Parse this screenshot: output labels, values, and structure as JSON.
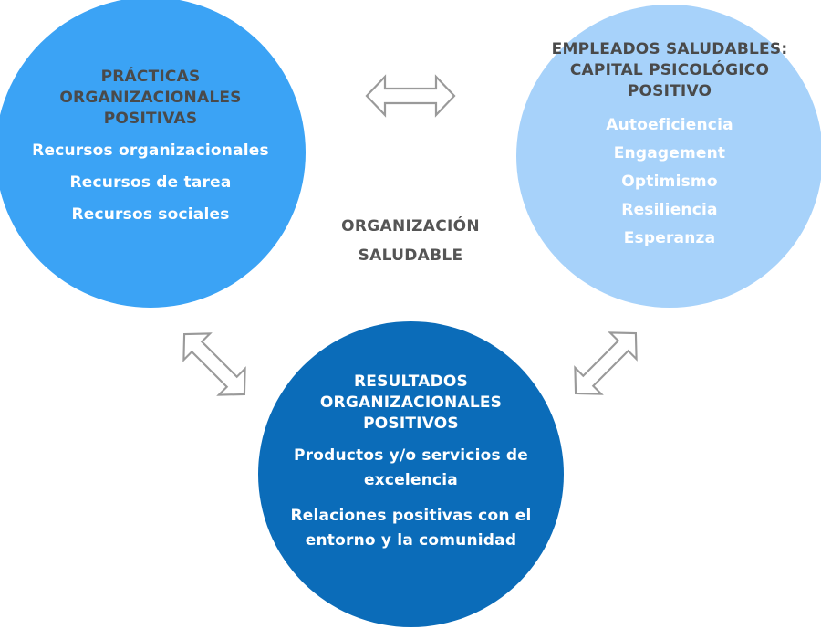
{
  "left_circle": {
    "title": "PRÁCTICAS ORGANIZACIONALES POSITIVAS",
    "items": [
      "Recursos organizacionales",
      "Recursos de tarea",
      "Recursos sociales"
    ]
  },
  "right_circle": {
    "title": "EMPLEADOS SALUDABLES: CAPITAL PSICOLÓGICO POSITIVO",
    "items": [
      "Autoeficiencia",
      "Engagement",
      "Optimismo",
      "Resiliencia",
      "Esperanza"
    ]
  },
  "bottom_circle": {
    "title": "RESULTADOS ORGANIZACIONALES POSITIVOS",
    "items": [
      "Productos y/o servicios de excelencia",
      "Relaciones positivas con el entorno y la comunidad"
    ]
  },
  "center": {
    "label": "ORGANIZACIÓN SALUDABLE"
  },
  "colors": {
    "left_circle": "#3ba3f5",
    "right_circle": "#a7d2fa",
    "bottom_circle": "#0b6cb9",
    "title_text": "#4a4a4a",
    "item_text": "#ffffff",
    "arrow_stroke": "#9a9a9a"
  },
  "icons": [
    "double-arrow-icon"
  ]
}
